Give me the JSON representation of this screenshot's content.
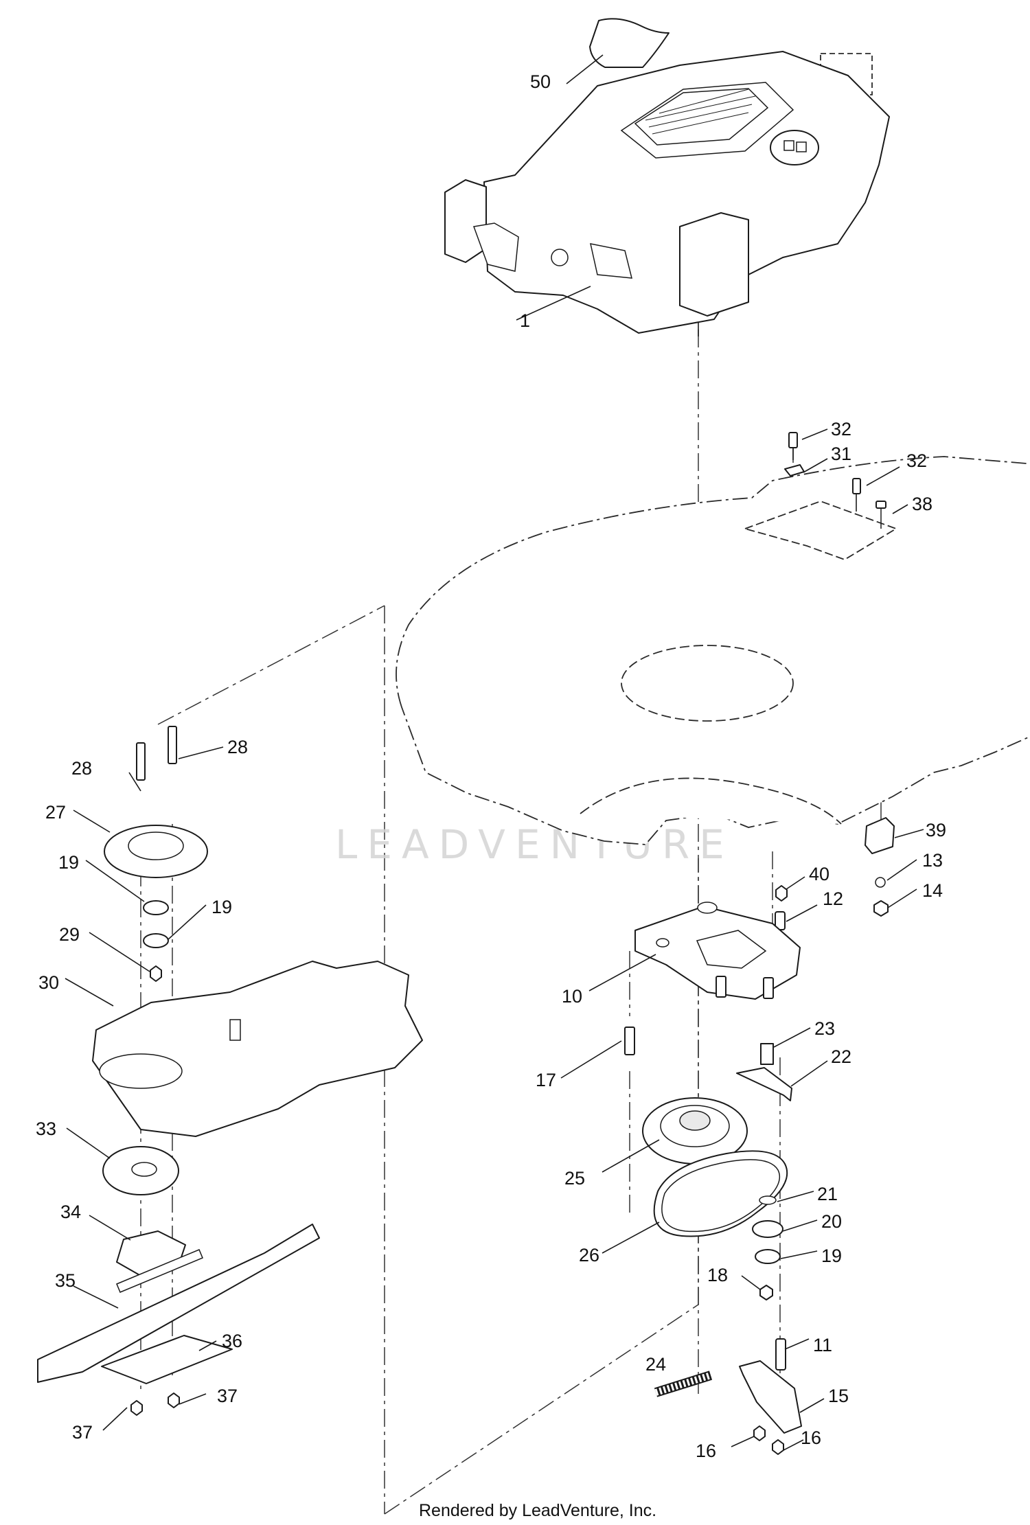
{
  "callouts": [
    {
      "label": "50"
    },
    {
      "label": "1"
    },
    {
      "label": "32"
    },
    {
      "label": "31"
    },
    {
      "label": "32"
    },
    {
      "label": "38"
    },
    {
      "label": "28"
    },
    {
      "label": "28"
    },
    {
      "label": "27"
    },
    {
      "label": "19"
    },
    {
      "label": "19"
    },
    {
      "label": "29"
    },
    {
      "label": "30"
    },
    {
      "label": "39"
    },
    {
      "label": "13"
    },
    {
      "label": "14"
    },
    {
      "label": "40"
    },
    {
      "label": "12"
    },
    {
      "label": "10"
    },
    {
      "label": "17"
    },
    {
      "label": "23"
    },
    {
      "label": "22"
    },
    {
      "label": "33"
    },
    {
      "label": "25"
    },
    {
      "label": "21"
    },
    {
      "label": "26"
    },
    {
      "label": "20"
    },
    {
      "label": "34"
    },
    {
      "label": "19"
    },
    {
      "label": "35"
    },
    {
      "label": "18"
    },
    {
      "label": "11"
    },
    {
      "label": "36"
    },
    {
      "label": "24"
    },
    {
      "label": "15"
    },
    {
      "label": "37"
    },
    {
      "label": "37"
    },
    {
      "label": "16"
    },
    {
      "label": "16"
    }
  ],
  "watermark": {
    "brand": "LEADVENTURE"
  },
  "footer": {
    "credit": "Rendered by LeadVenture, Inc."
  }
}
